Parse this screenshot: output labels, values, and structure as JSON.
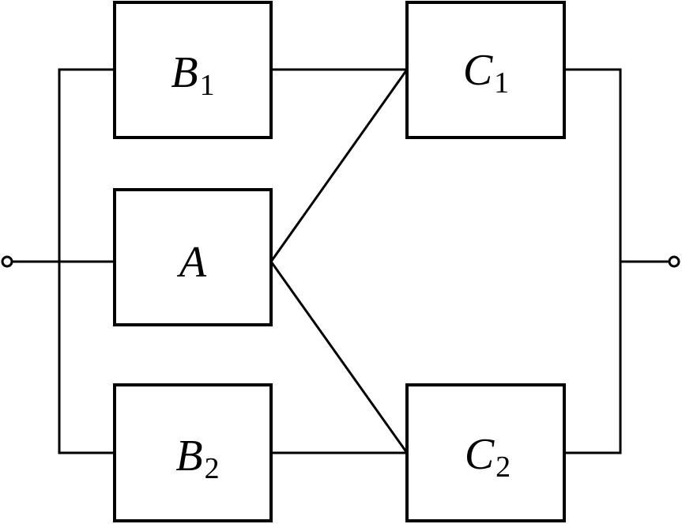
{
  "diagram": {
    "blocks": {
      "B1": {
        "letter": "B",
        "subscript": "1"
      },
      "A": {
        "letter": "A",
        "subscript": ""
      },
      "B2": {
        "letter": "B",
        "subscript": "2"
      },
      "C1": {
        "letter": "C",
        "subscript": "1"
      },
      "C2": {
        "letter": "C",
        "subscript": "2"
      }
    }
  }
}
